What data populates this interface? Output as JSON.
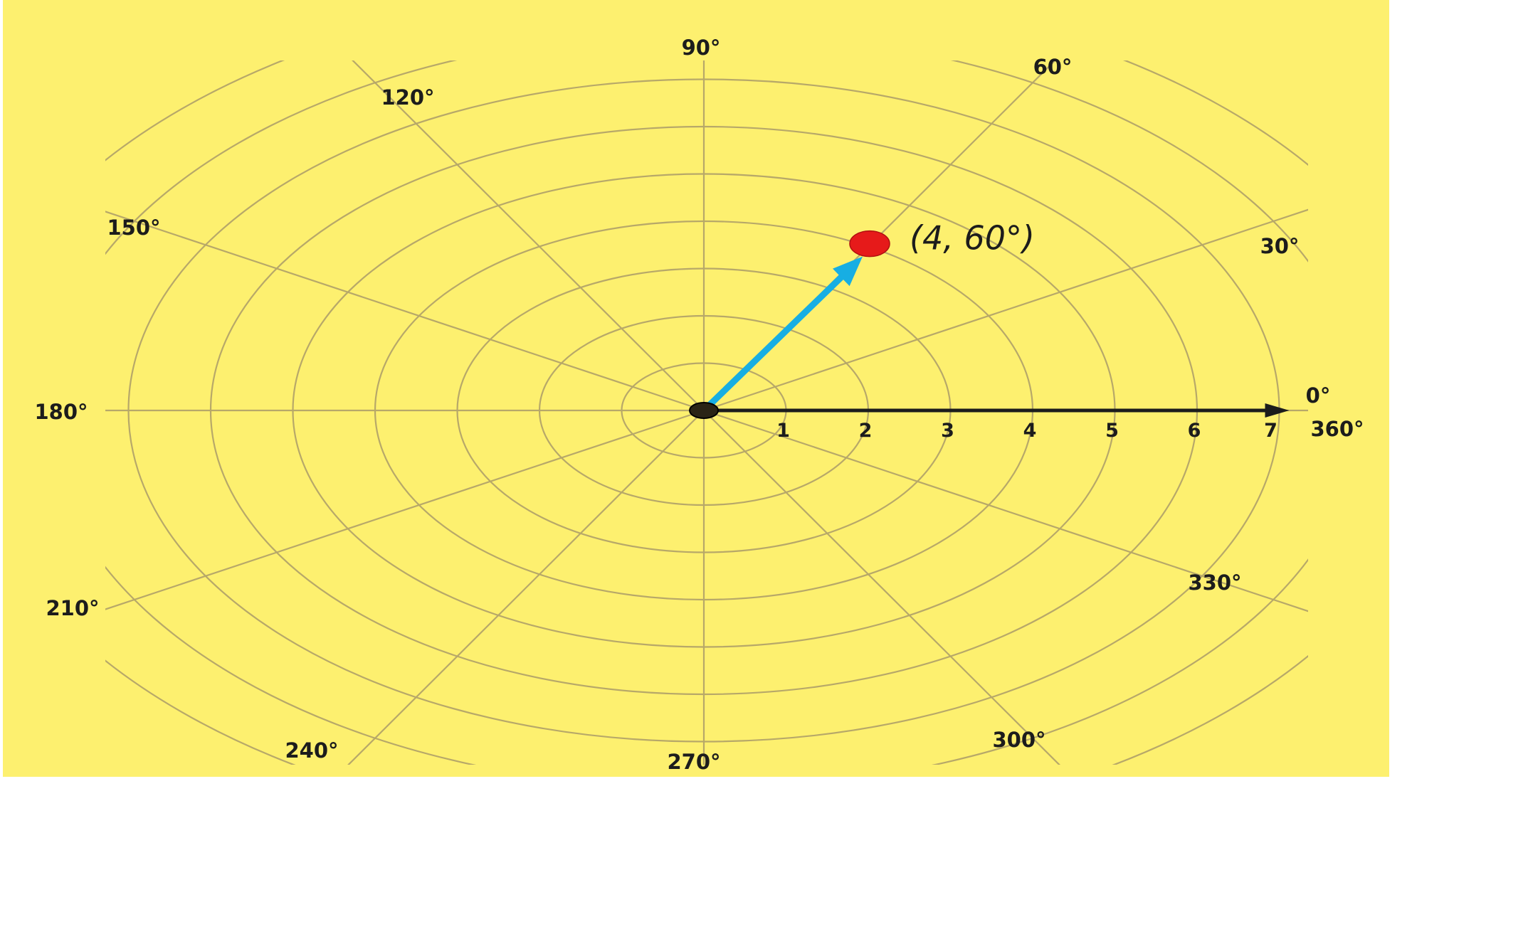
{
  "colors": {
    "panel": "#fdf06f",
    "grid": "#b7a869",
    "axis": "#1c1c1c",
    "vector": "#17aee3",
    "point": "#e61a1a",
    "origin": "#2a2416"
  },
  "polar_grid": {
    "rings": [
      1,
      2,
      3,
      4,
      5,
      6,
      7
    ],
    "outer_rings": [
      8,
      9
    ],
    "spoke_angles_deg": [
      0,
      30,
      60,
      90,
      120,
      150,
      180,
      210,
      240,
      270,
      300,
      330
    ],
    "angle_labels": [
      {
        "angle": 90,
        "text": "90°"
      },
      {
        "angle": 60,
        "text": "60°"
      },
      {
        "angle": 120,
        "text": "120°"
      },
      {
        "angle": 150,
        "text": "150°"
      },
      {
        "angle": 30,
        "text": "30°"
      },
      {
        "angle": 180,
        "text": "180°"
      },
      {
        "angle": 0,
        "text": "0°"
      },
      {
        "angle": 360,
        "text": "360°"
      },
      {
        "angle": 210,
        "text": "210°"
      },
      {
        "angle": 330,
        "text": "330°"
      },
      {
        "angle": 240,
        "text": "240°"
      },
      {
        "angle": 300,
        "text": "300°"
      },
      {
        "angle": 270,
        "text": "270°"
      }
    ],
    "radial_ticks": [
      "1",
      "2",
      "3",
      "4",
      "5",
      "6",
      "7"
    ]
  },
  "point": {
    "r": 4,
    "theta_deg": 60,
    "label": "(4, 60°)"
  }
}
